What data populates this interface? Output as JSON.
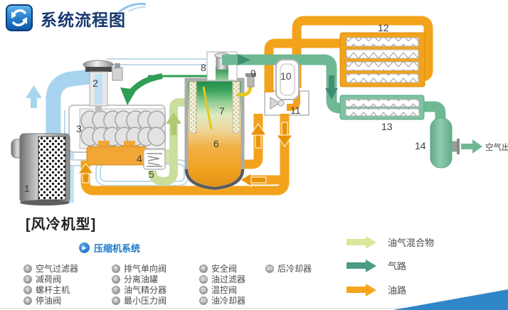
{
  "header": {
    "title": "系统流程图"
  },
  "section": {
    "heading": "[风冷机型]",
    "subheading": "压缩机系统",
    "play_glyph": "▶"
  },
  "diagram": {
    "component_numbers": [
      "1",
      "2",
      "3",
      "4",
      "5",
      "6",
      "7",
      "8",
      "9",
      "10",
      "11",
      "12",
      "13",
      "14"
    ],
    "air_outlet_label": "空气出口"
  },
  "legend": {
    "columns": [
      {
        "items": [
          {
            "num": "1",
            "label": "空气过滤器"
          },
          {
            "num": "2",
            "label": "减荷阀"
          },
          {
            "num": "3",
            "label": "螺杆主机"
          },
          {
            "num": "4",
            "label": "停油阀"
          }
        ]
      },
      {
        "items": [
          {
            "num": "5",
            "label": "排气单向阀"
          },
          {
            "num": "6",
            "label": "分离油罐"
          },
          {
            "num": "7",
            "label": "油气精分器"
          },
          {
            "num": "8",
            "label": "最小压力阀"
          }
        ]
      },
      {
        "items": [
          {
            "num": "9",
            "label": "安全阀"
          },
          {
            "num": "10",
            "label": "油过滤器"
          },
          {
            "num": "11",
            "label": "温控阀"
          },
          {
            "num": "12",
            "label": "油冷却器"
          }
        ]
      },
      {
        "items": [
          {
            "num": "13",
            "label": "后冷却器"
          }
        ]
      }
    ],
    "flows": [
      {
        "label": "油气混合物",
        "color": "#D9E79B"
      },
      {
        "label": "气路",
        "color": "#4A9B85"
      },
      {
        "label": "油路",
        "color": "#F5A61F"
      }
    ]
  },
  "colors": {
    "title_text": "#17386F",
    "brand_blue": "#1B79C8",
    "oil_path": "#F2A31B",
    "gas_path": "#4E9D82",
    "mixture_path": "#D9E79B",
    "intake_air": "#A9D4F0",
    "footer_triangle": "#2F86C9"
  }
}
